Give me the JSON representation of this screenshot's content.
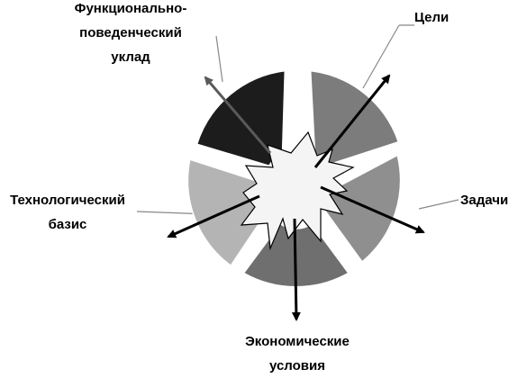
{
  "diagram": {
    "center": "",
    "sectors": [
      {
        "id": "goals",
        "lines": [
          "Цели"
        ],
        "color": "#7c7c7c"
      },
      {
        "id": "tasks",
        "lines": [
          "Задачи"
        ],
        "color": "#8f8f8f"
      },
      {
        "id": "econ",
        "lines": [
          "Экономические",
          "условия"
        ],
        "color": "#6f6f6f"
      },
      {
        "id": "tech",
        "lines": [
          "Технологический",
          "базис"
        ],
        "color": "#b4b4b4"
      },
      {
        "id": "func",
        "lines": [
          "Функционально-",
          "поведенческий",
          "уклад"
        ],
        "color": "#1c1c1c"
      }
    ],
    "star_fill": "#f4f4f4",
    "outline_color": "#ffffff",
    "arrow_color": "#000000",
    "func_arrow_color": "#5a5a5a"
  }
}
